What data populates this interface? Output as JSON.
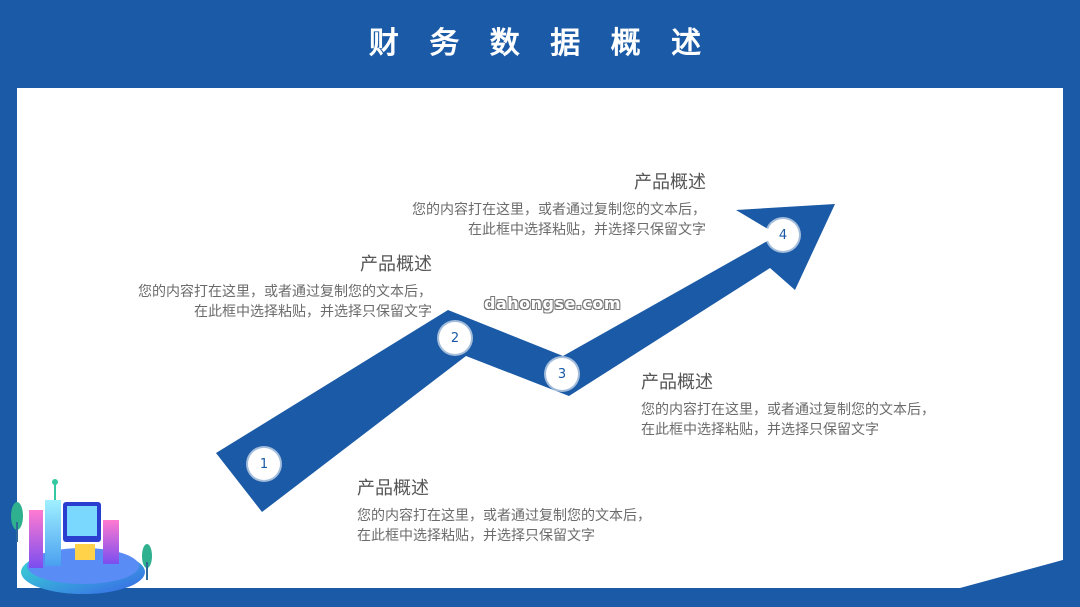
{
  "title": "财 务 数 据 概 述",
  "steps": [
    {
      "num": "1",
      "heading": "产品概述",
      "line1": "您的内容打在这里，或者通过复制您的文本后，",
      "line2": "在此框中选择粘贴，并选择只保留文字"
    },
    {
      "num": "2",
      "heading": "产品概述",
      "line1": "您的内容打在这里，或者通过复制您的文本后，",
      "line2": "在此框中选择粘贴，并选择只保留文字"
    },
    {
      "num": "3",
      "heading": "产品概述",
      "line1": "您的内容打在这里，或者通过复制您的文本后，",
      "line2": "在此框中选择粘贴，并选择只保留文字"
    },
    {
      "num": "4",
      "heading": "产品概述",
      "line1": "您的内容打在这里，或者通过复制您的文本后，",
      "line2": "在此框中选择粘贴，并选择只保留文字"
    }
  ],
  "watermark": "dahongse.com",
  "colors": {
    "brand": "#1a5aa6",
    "background": "#ffffff",
    "text": "#6b6b6b"
  },
  "icons": [
    "city-isometric-illustration"
  ]
}
